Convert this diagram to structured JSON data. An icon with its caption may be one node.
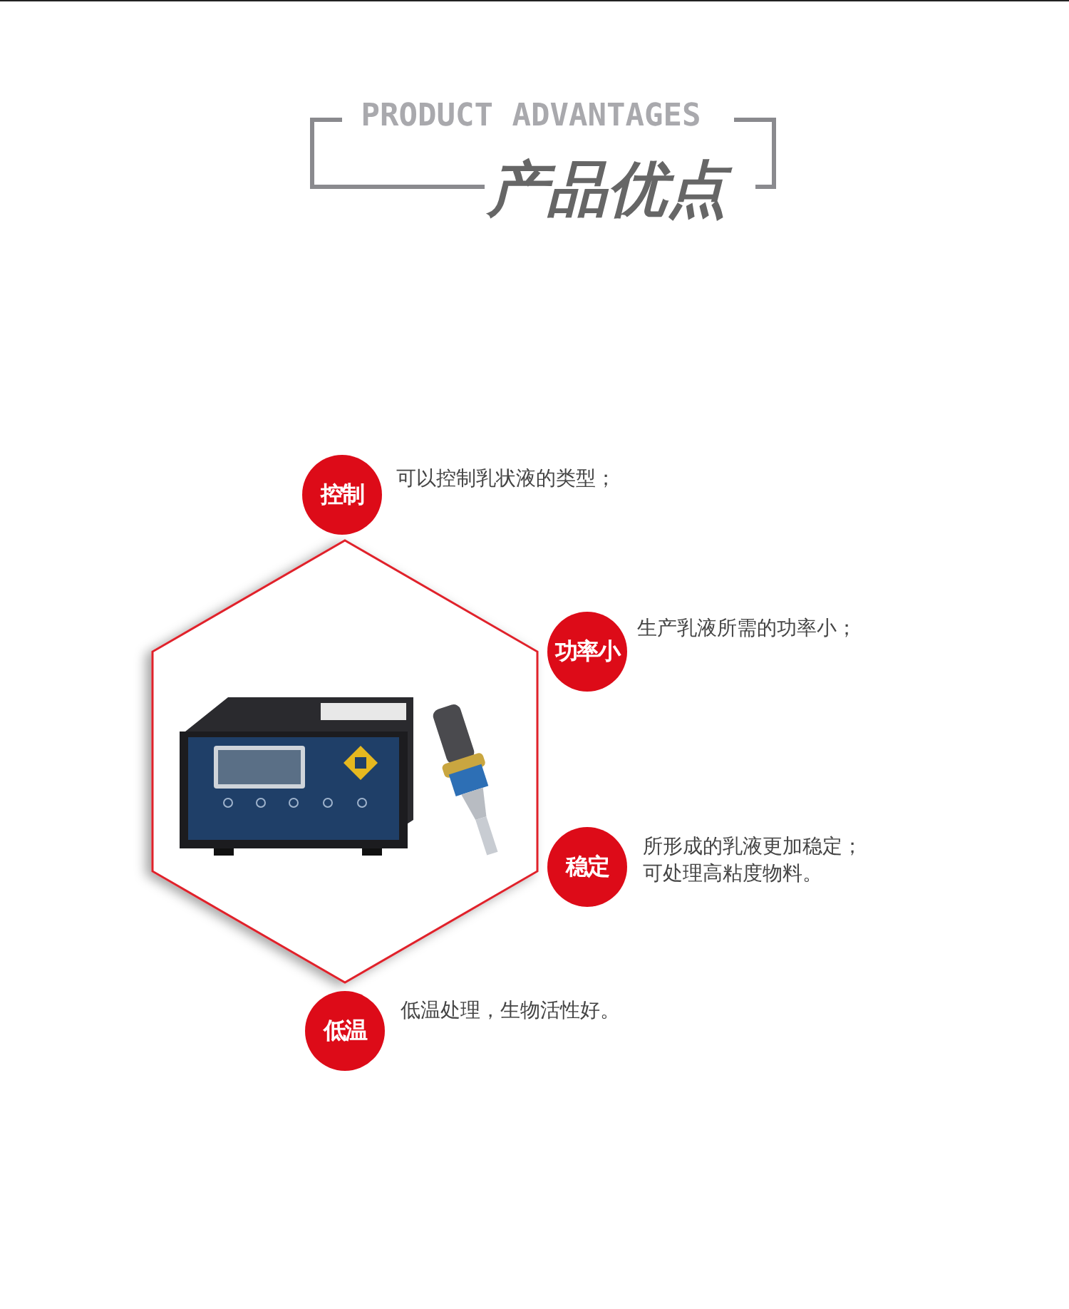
{
  "diagram": {
    "title": "产品优点",
    "nodes": [
      {
        "text": [
          "控制"
        ],
        "beside": [
          "可以控制乳状液的类型；"
        ]
      },
      {
        "text": [
          "功率小"
        ],
        "beside": [
          "生产乳液所需的功率小；"
        ]
      },
      {
        "text": [
          "稳定"
        ],
        "beside": [
          "所形成的乳液更加稳定；",
          "可处理高粘度物料。"
        ]
      },
      {
        "text": [
          "低温"
        ],
        "beside": [
          "低温处理，生物活性好。"
        ]
      }
    ],
    "labels": [
      "PRODUCT ADVANTAGES"
    ]
  }
}
